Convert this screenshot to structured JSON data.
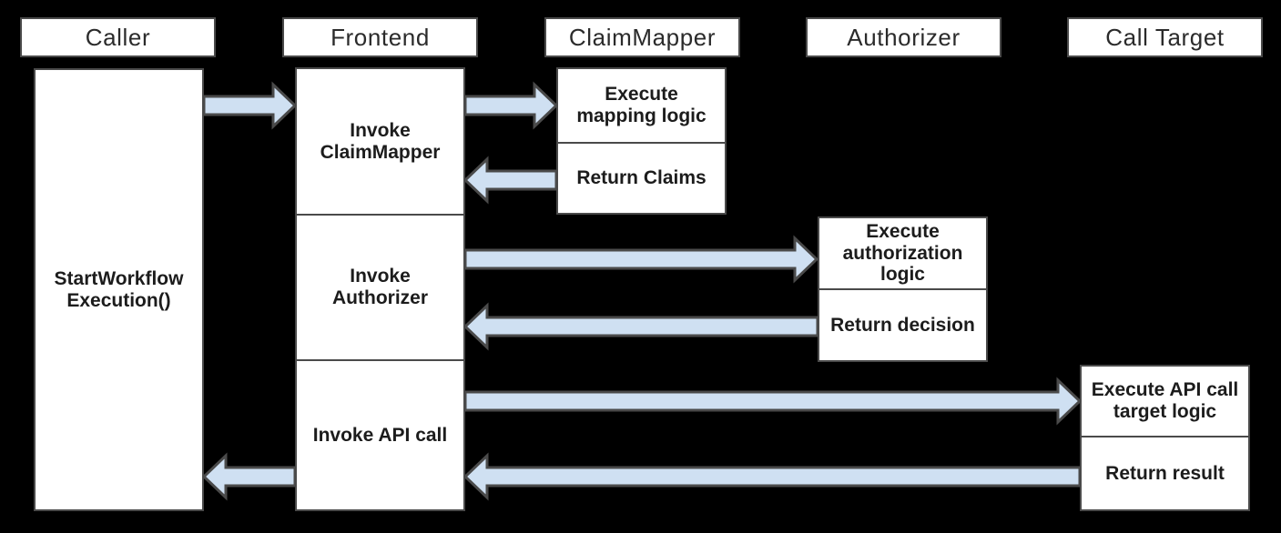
{
  "colors": {
    "background": "#000000",
    "box_fill": "#ffffff",
    "box_border": "#4a4a4a",
    "arrow_fill": "#cfe0f2",
    "arrow_stroke": "#4a4a4a",
    "text_dark": "#1c1c1c",
    "text_header": "#2b2b2b"
  },
  "lifelines": [
    {
      "label": "Caller"
    },
    {
      "label": "Frontend"
    },
    {
      "label": "ClaimMapper"
    },
    {
      "label": "Authorizer"
    },
    {
      "label": "Call Target"
    }
  ],
  "activations": {
    "caller": {
      "label": "StartWorkflow\nExecution()"
    },
    "frontend": {
      "sections": [
        "Invoke\nClaimMapper",
        "Invoke\nAuthorizer",
        "Invoke API call"
      ]
    },
    "claim_mapper": {
      "cells": [
        "Execute\nmapping logic",
        "Return Claims"
      ]
    },
    "authorizer": {
      "cells": [
        "Execute\nauthorization\nlogic",
        "Return decision"
      ]
    },
    "call_target": {
      "cells": [
        "Execute API call\ntarget logic",
        "Return result"
      ]
    }
  },
  "flows": [
    {
      "from": "Caller",
      "to": "Frontend"
    },
    {
      "from": "Frontend",
      "to": "ClaimMapper"
    },
    {
      "from": "ClaimMapper",
      "to": "Frontend"
    },
    {
      "from": "Frontend",
      "to": "Authorizer"
    },
    {
      "from": "Authorizer",
      "to": "Frontend"
    },
    {
      "from": "Frontend",
      "to": "Call Target"
    },
    {
      "from": "Call Target",
      "to": "Frontend"
    },
    {
      "from": "Frontend",
      "to": "Caller"
    }
  ]
}
